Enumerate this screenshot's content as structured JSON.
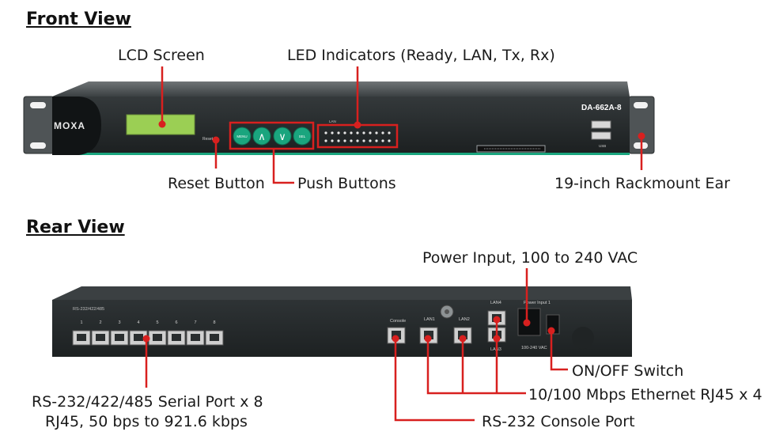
{
  "front": {
    "heading": "Front View",
    "model": "DA-662A-8",
    "brand": "MOXA",
    "lan_tag": "LAN",
    "usb_tag": "USB",
    "reset_tag": "Reset",
    "buttons": [
      "MENU",
      "∧",
      "∨",
      "SEL"
    ],
    "labels": {
      "lcd": "LCD Screen",
      "led": "LED Indicators (Ready, LAN, Tx, Rx)",
      "reset": "Reset Button",
      "push": "Push Buttons",
      "ear": "19-inch Rackmount Ear"
    }
  },
  "rear": {
    "heading": "Rear View",
    "serial_group": "RS-232/422/485",
    "port_numbers": [
      "1",
      "2",
      "3",
      "4",
      "5",
      "6",
      "7",
      "8"
    ],
    "console_tag": "Console",
    "lan_tags": [
      "LAN1",
      "LAN2",
      "LAN3",
      "LAN4"
    ],
    "power_tag": "Power Input 1",
    "voltage_tag": "100-240 VAC",
    "labels": {
      "power": "Power Input, 100 to 240 VAC",
      "switch": "ON/OFF Switch",
      "ethernet": "10/100 Mbps Ethernet RJ45 x 4",
      "serial_line1": "RS-232/422/485 Serial Port x 8",
      "serial_line2": "RJ45, 50 bps to 921.6 kbps",
      "console": "RS-232 Console Port"
    }
  },
  "colors": {
    "callout": "#d8201f",
    "lcd": "#9bcf54",
    "panel": "#24292a",
    "button": "#1aa57e"
  }
}
